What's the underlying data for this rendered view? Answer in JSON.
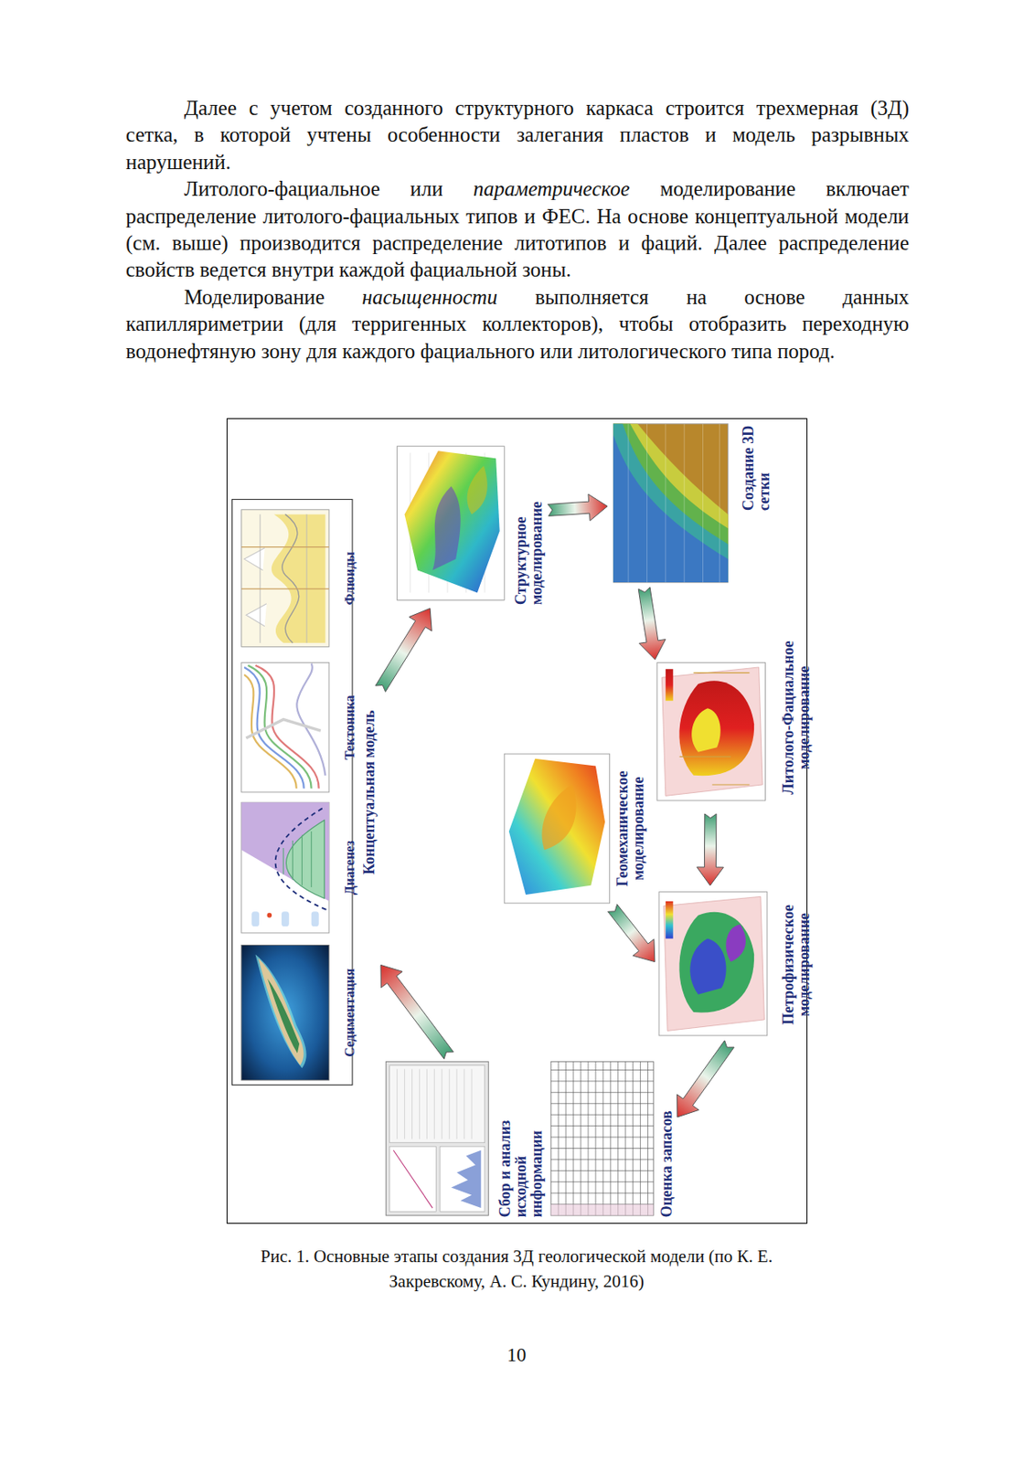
{
  "diagram": {
    "caption": "Рис. 1. Основные этапы создания 3Д геологической модели (по К. Е. Закревскому, А. С. Кундину, 2016)",
    "nodes": [
      {
        "text": [
          "Концептуальная модель"
        ]
      },
      {
        "text": [
          "Седиментация"
        ],
        "in": 0
      },
      {
        "text": [
          "Диагенез"
        ],
        "in": 0
      },
      {
        "text": [
          "Тектоника"
        ],
        "in": 0
      },
      {
        "text": [
          "Флюиды"
        ],
        "in": 0
      },
      {
        "text": [
          "Структурное моделирование"
        ]
      },
      {
        "text": [
          "Создание 3D сетки"
        ]
      },
      {
        "text": [
          "Литолого-Фациальное моделирование"
        ]
      },
      {
        "text": [
          "Геомеханическое моделирование"
        ]
      },
      {
        "text": [
          "Петрофизическое моделирование"
        ]
      },
      {
        "text": [
          "Оценка запасов"
        ]
      },
      {
        "text": [
          "Сбор и анализ исходной информации"
        ]
      }
    ],
    "edges": [
      {
        "from": 0,
        "to": 5,
        "arrow": "to"
      },
      {
        "from": 5,
        "to": 6,
        "arrow": "to"
      },
      {
        "from": 6,
        "to": 7,
        "arrow": "to"
      },
      {
        "from": 7,
        "to": 9,
        "arrow": "to"
      },
      {
        "from": 8,
        "to": 9,
        "arrow": "to"
      },
      {
        "from": 9,
        "to": 10,
        "arrow": "to"
      },
      {
        "from": 11,
        "to": 0,
        "arrow": "to"
      }
    ],
    "labels": [
      "Далее с учетом созданного структурного каркаса строится трехмерная (3Д) сетка, в которой учтены особенности залегания пластов и модель разрывных нарушений.",
      "Литолого-фациальное или",
      "параметрическое",
      "моделирование включает распределение литолого-фациальных типов и ФЕС. На основе концептуальной модели (см. выше) производится распределение литотипов и фаций. Далее распределение свойств ведется внутри каждой фациальной зоны.",
      "Моделирование",
      "насыщенности",
      "выполняется на основе данных капилляриметрии (для терригенных коллекторов), чтобы отобразить переходную водонефтяную зону для каждого фациального или литологического типа пород.",
      "10"
    ]
  }
}
